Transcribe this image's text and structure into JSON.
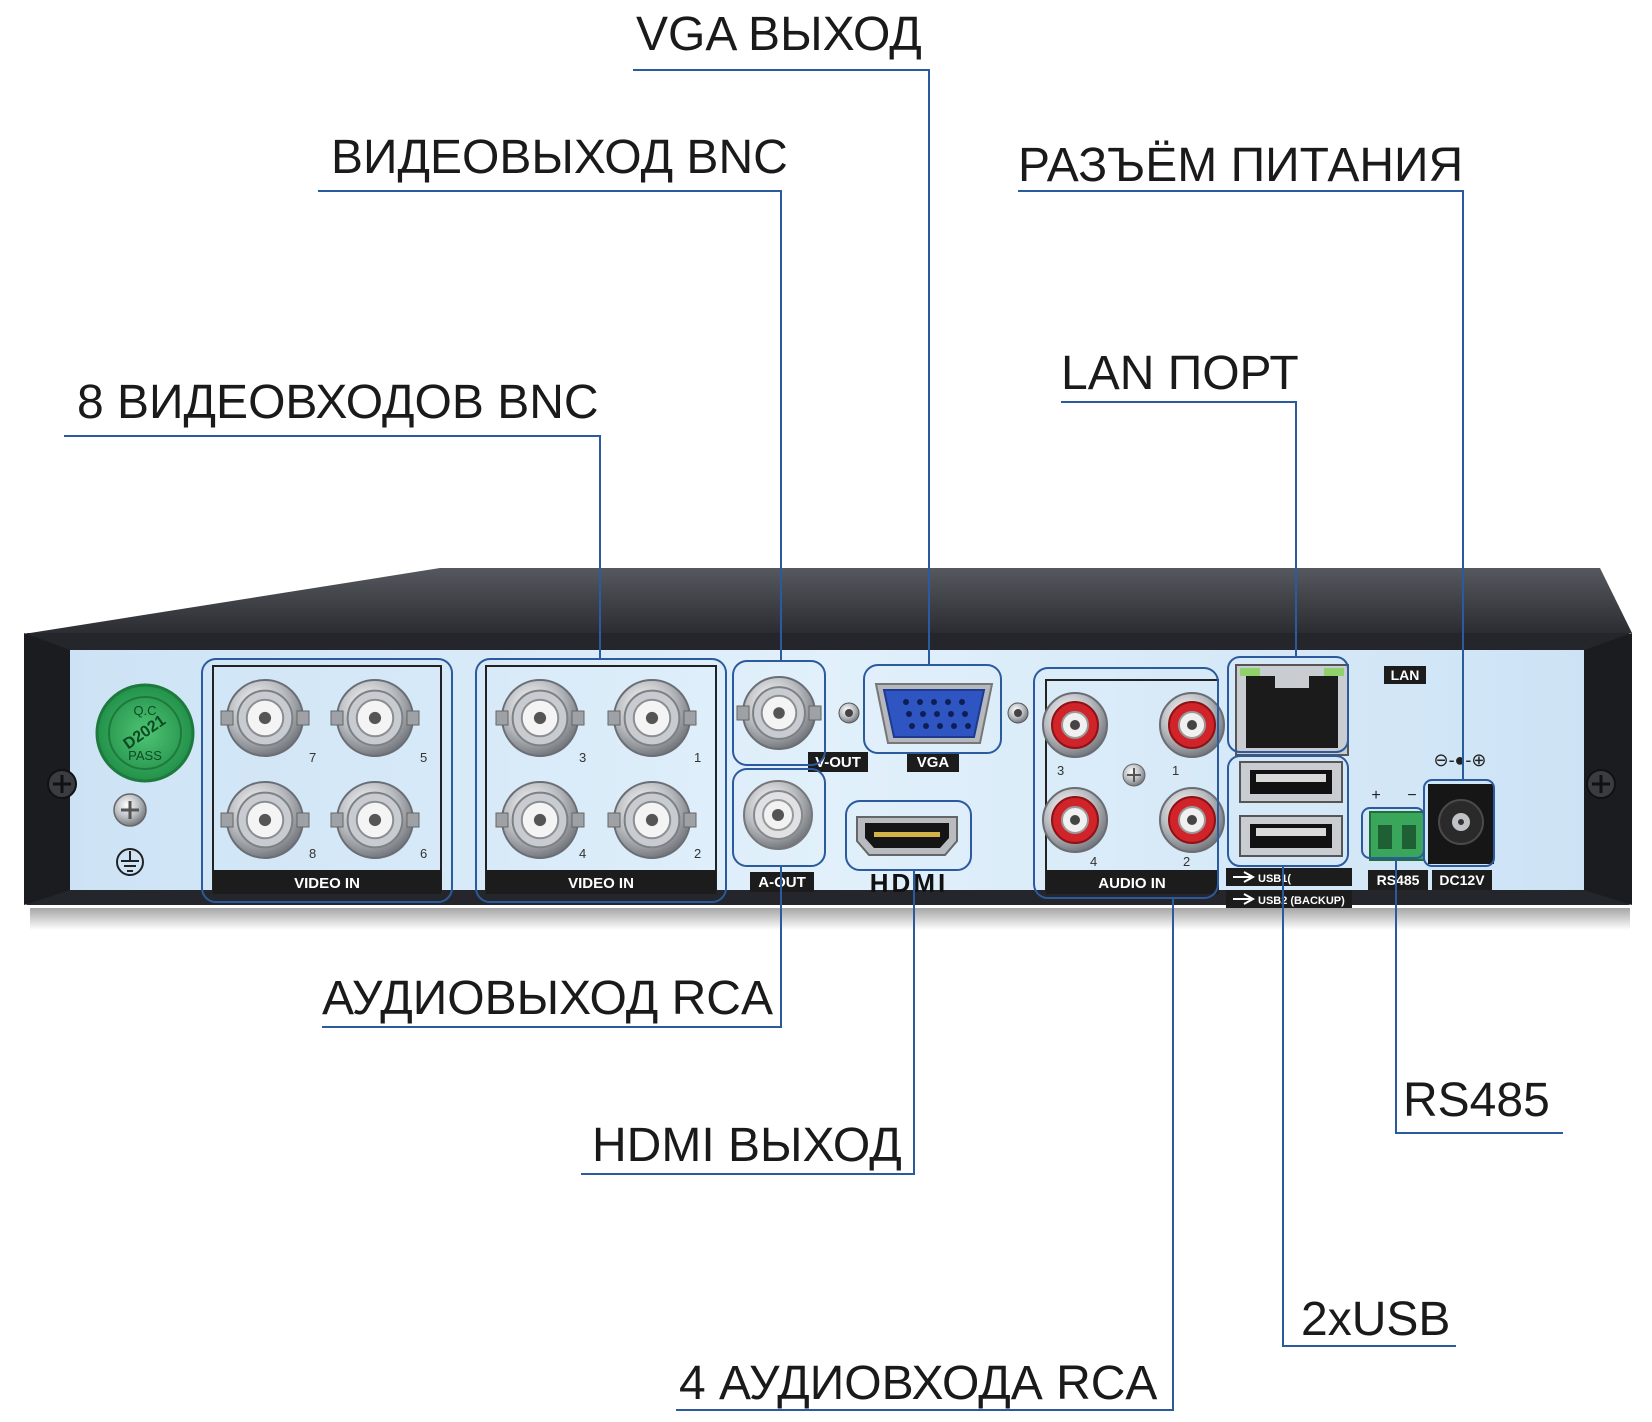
{
  "colors": {
    "leader_line": "#2b5a9e",
    "panel_face": "#cfe6f7",
    "chassis": "#2a2c31",
    "label_bg": "#1c1c1c",
    "rca_red": "#d0242a",
    "terminal_green": "#3aa65c"
  },
  "callouts": {
    "vga_out": "VGA ВЫХОД",
    "bnc_video_out": "ВИДЕОВЫХОД BNC",
    "power_connector": "РАЗЪЁМ ПИТАНИЯ",
    "lan_port": "LAN ПОРТ",
    "bnc_video_in": "8 ВИДЕОВХОДОВ BNC",
    "rca_audio_out": "АУДИОВЫХОД RCA",
    "hdmi_out": "HDMI ВЫХОД",
    "rs485": "RS485",
    "usb": "2xUSB",
    "rca_audio_in": "4 АУДИОВХОДА RCA"
  },
  "panel_labels": {
    "video_in_left": "VIDEO IN",
    "video_in_right": "VIDEO IN",
    "v_out": "V-OUT",
    "vga": "VGA",
    "a_out": "A-OUT",
    "hdmi_logo": "HDMI",
    "audio_in": "AUDIO IN",
    "lan": "LAN",
    "usb1": "USB1(",
    "usb2": "USB2 (BACKUP)",
    "rs485": "RS485",
    "dc12v": "DC12V",
    "polarity": "⊖-●-⊕",
    "plus": "+",
    "minus": "−"
  },
  "seal": {
    "line1": "Q.C",
    "line2": "D2021",
    "line3": "PASS"
  },
  "port_numbers": {
    "bnc_left": [
      "7",
      "5",
      "8",
      "6"
    ],
    "bnc_right": [
      "3",
      "1",
      "4",
      "2"
    ],
    "audio": [
      "3",
      "1",
      "4",
      "2"
    ]
  },
  "icons": {
    "ground": "ground-symbol-icon",
    "usb": "usb-trident-icon"
  }
}
